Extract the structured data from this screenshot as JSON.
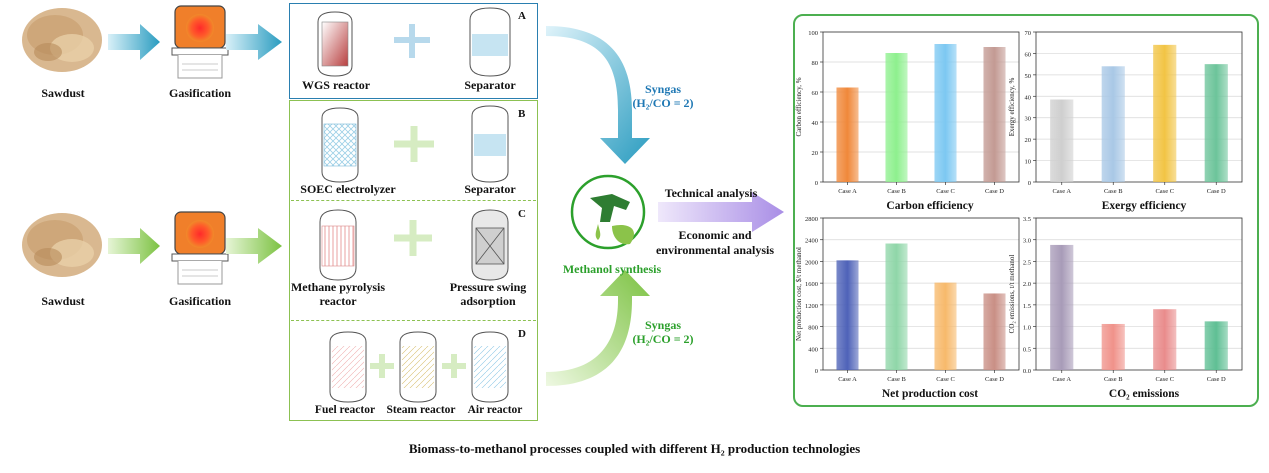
{
  "labels": {
    "sawdust_top": "Sawdust",
    "gasification_top": "Gasification",
    "sawdust_bottom": "Sawdust",
    "gasification_bottom": "Gasification",
    "wgs": "WGS reactor",
    "separator_a": "Separator",
    "soec": "SOEC  electrolyzer",
    "separator_b": "Separator",
    "methane_1": "Methane pyrolysis",
    "methane_2": "reactor",
    "psa_1": "Pressure swing",
    "psa_2": "adsorption",
    "fuel": "Fuel reactor",
    "steam": "Steam reactor",
    "air": "Air reactor",
    "letter_a": "A",
    "letter_b": "B",
    "letter_c": "C",
    "letter_d": "D",
    "syngas_top_1": "Syngas",
    "syngas_top_2": "(H₂/CO = 2)",
    "syngas_bottom_1": "Syngas",
    "syngas_bottom_2": "(H₂/CO = 2)",
    "methanol": "Methanol synthesis",
    "technical": "Technical analysis",
    "econ_1": "Economic and",
    "econ_2": "environmental analysis",
    "caption": "Biomass-to-methanol processes coupled with different H₂ production technologies"
  },
  "colors": {
    "blue_arrow": "#2a9cc0",
    "green_arrow": "#7cc242",
    "blue_text": "#1f78b4",
    "green_text": "#2ca02c",
    "panel_border": "#4caf50"
  },
  "chart_data": [
    {
      "type": "bar",
      "title": "Carbon efficiency",
      "ylabel": "Carbon efficiency, %",
      "categories": [
        "Case A",
        "Case B",
        "Case C",
        "Case D"
      ],
      "values": [
        63,
        86,
        92,
        90
      ],
      "ylim": [
        0,
        100
      ],
      "ticks": [
        0,
        20,
        40,
        60,
        80,
        100
      ],
      "colors": [
        "#f0883a",
        "#8ef08e",
        "#7cc8f2",
        "#c39a93"
      ]
    },
    {
      "type": "bar",
      "title": "Exergy efficiency",
      "ylabel": "Exergy efficiency, %",
      "categories": [
        "Case A",
        "Case B",
        "Case C",
        "Case D"
      ],
      "values": [
        38.5,
        54,
        64,
        55
      ],
      "ylim": [
        0,
        70
      ],
      "ticks": [
        0,
        10,
        20,
        30,
        40,
        50,
        60,
        70
      ],
      "colors": [
        "#cfcfcf",
        "#a9c8e6",
        "#f2c444",
        "#6cc49a"
      ]
    },
    {
      "type": "bar",
      "title": "Net production cost",
      "ylabel": "Net production cost, $/t methanol",
      "categories": [
        "Case A",
        "Case B",
        "Case C",
        "Case D"
      ],
      "values": [
        2020,
        2330,
        1610,
        1410
      ],
      "ylim": [
        0,
        2800
      ],
      "ticks": [
        0,
        400,
        800,
        1200,
        1600,
        2000,
        2400,
        2800
      ],
      "colors": [
        "#4e62b8",
        "#8fd6a8",
        "#f7b96b",
        "#c98f85"
      ]
    },
    {
      "type": "bar",
      "title": "CO₂ emissions",
      "ylabel": "CO₂ emissions, t/t methanol",
      "categories": [
        "Case A",
        "Case B",
        "Case C",
        "Case D"
      ],
      "values": [
        2.88,
        1.06,
        1.4,
        1.12
      ],
      "ylim": [
        0,
        3.5
      ],
      "ticks": [
        0.0,
        0.5,
        1.0,
        1.5,
        2.0,
        2.5,
        3.0,
        3.5
      ],
      "tick_labels": [
        "0.0",
        "0.5",
        "1.0",
        "1.5",
        "2.0",
        "2.5",
        "3.0",
        "3.5"
      ],
      "colors": [
        "#a89bb8",
        "#f0928a",
        "#e98c8c",
        "#5fbf94"
      ]
    }
  ]
}
